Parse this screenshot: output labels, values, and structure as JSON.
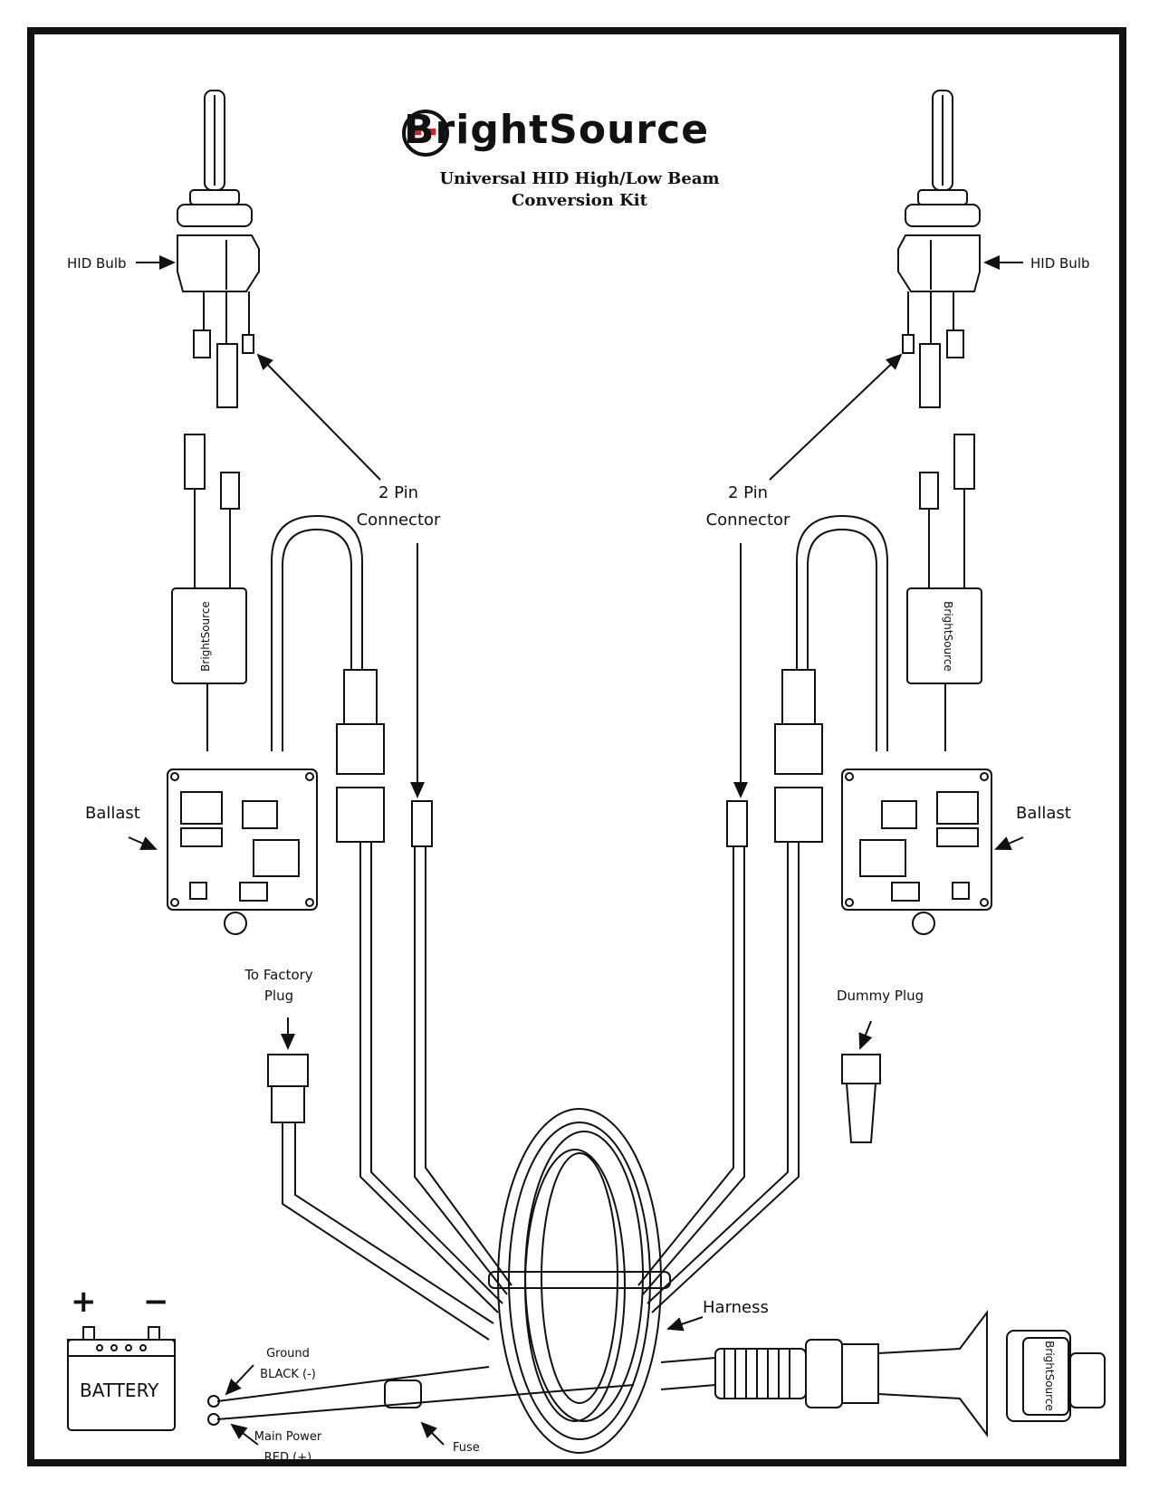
{
  "brand": {
    "name": "BrightSource"
  },
  "title": {
    "line1": "Universal HID High/Low Beam",
    "line2": "Conversion Kit"
  },
  "labels": {
    "hid_bulb_left": "HID Bulb",
    "hid_bulb_right": "HID Bulb",
    "pin_connector_left": {
      "line1": "2 Pin",
      "line2": "Connector"
    },
    "pin_connector_right": {
      "line1": "2 Pin",
      "line2": "Connector"
    },
    "ballast_left": "Ballast",
    "ballast_right": "Ballast",
    "factory_plug": {
      "line1": "To Factory",
      "line2": "Plug"
    },
    "dummy_plug": "Dummy Plug",
    "harness": "Harness",
    "ground": {
      "line1": "Ground",
      "line2": "BLACK (-)"
    },
    "main_power": {
      "line1": "Main Power",
      "line2": "RED (+)"
    },
    "fuse": "Fuse",
    "battery": "BATTERY",
    "battery_plus": "+",
    "battery_minus": "−"
  },
  "module_brand": "BrightSource",
  "colors": {
    "line": "#111111",
    "accent": "#d32222"
  }
}
